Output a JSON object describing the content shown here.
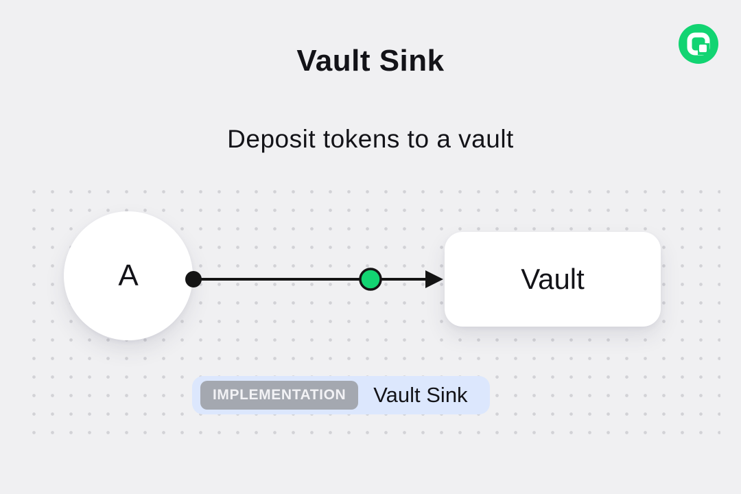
{
  "page": {
    "title": "Vault Sink",
    "subtitle": "Deposit tokens to a vault"
  },
  "diagram": {
    "source_node": {
      "label": "A",
      "shape": "circle"
    },
    "target_node": {
      "label": "Vault",
      "shape": "rounded-rect"
    },
    "edge": {
      "type": "arrow",
      "start_marker": "black-dot",
      "midpoint_marker": "green-dot",
      "end_marker": "arrowhead"
    }
  },
  "badge": {
    "tag": "IMPLEMENTATION",
    "label": "Vault Sink"
  },
  "logo": {
    "icon": "brand-logo-icon"
  },
  "colors": {
    "page_bg": "#f0f0f2",
    "ink": "#131318",
    "accent_green": "#12d472",
    "badge_bg": "#dce7fd",
    "tag_bg": "#a4a8b0"
  }
}
